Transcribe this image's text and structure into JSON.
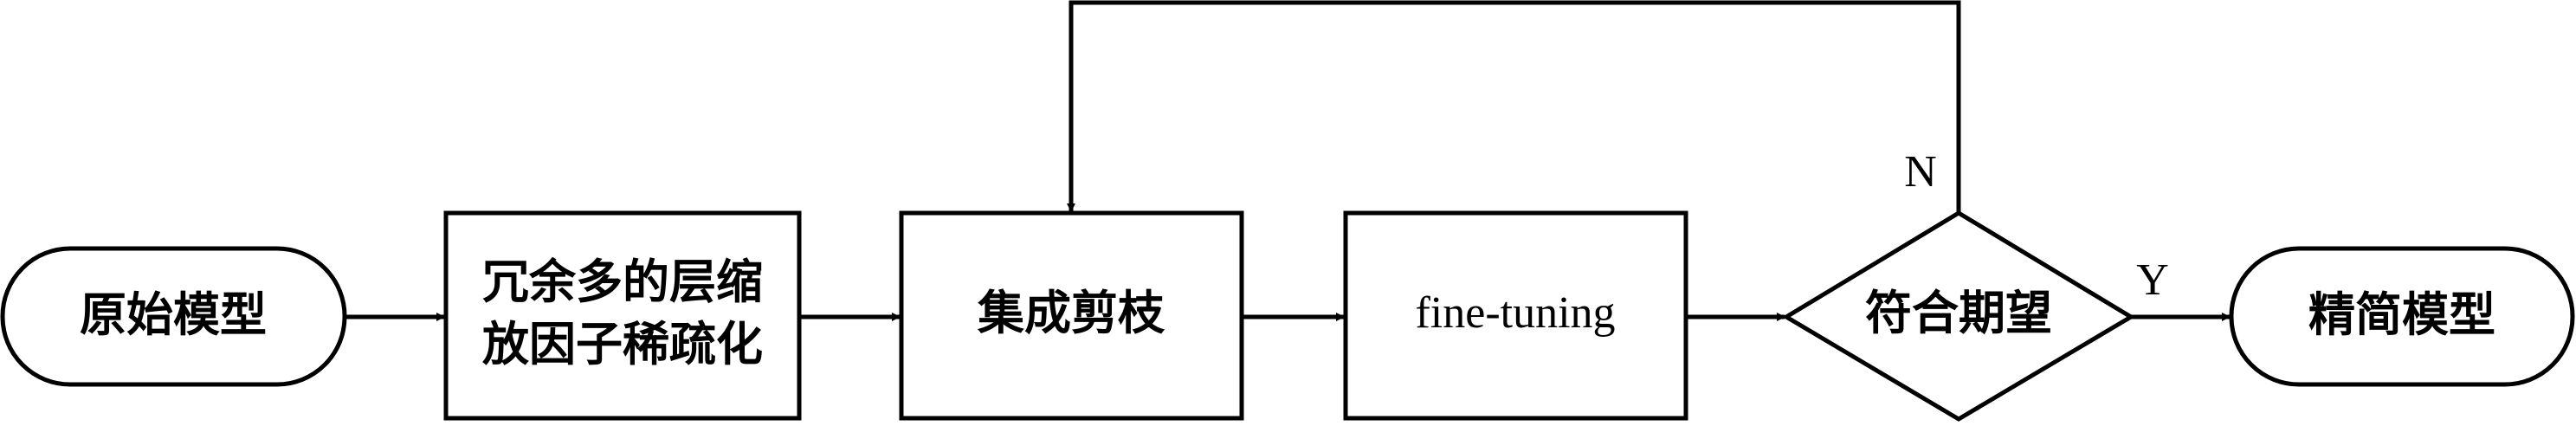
{
  "nodes": {
    "start": {
      "label": "原始模型"
    },
    "redundancy": {
      "label_line1": "冗余多的层缩",
      "label_line2": "放因子稀疏化"
    },
    "ensemble": {
      "label": "集成剪枝"
    },
    "finetune": {
      "label": "fine-tuning"
    },
    "decision": {
      "label": "符合期望"
    },
    "end": {
      "label": "精简模型"
    }
  },
  "edges": {
    "no_label": "N",
    "yes_label": "Y"
  }
}
